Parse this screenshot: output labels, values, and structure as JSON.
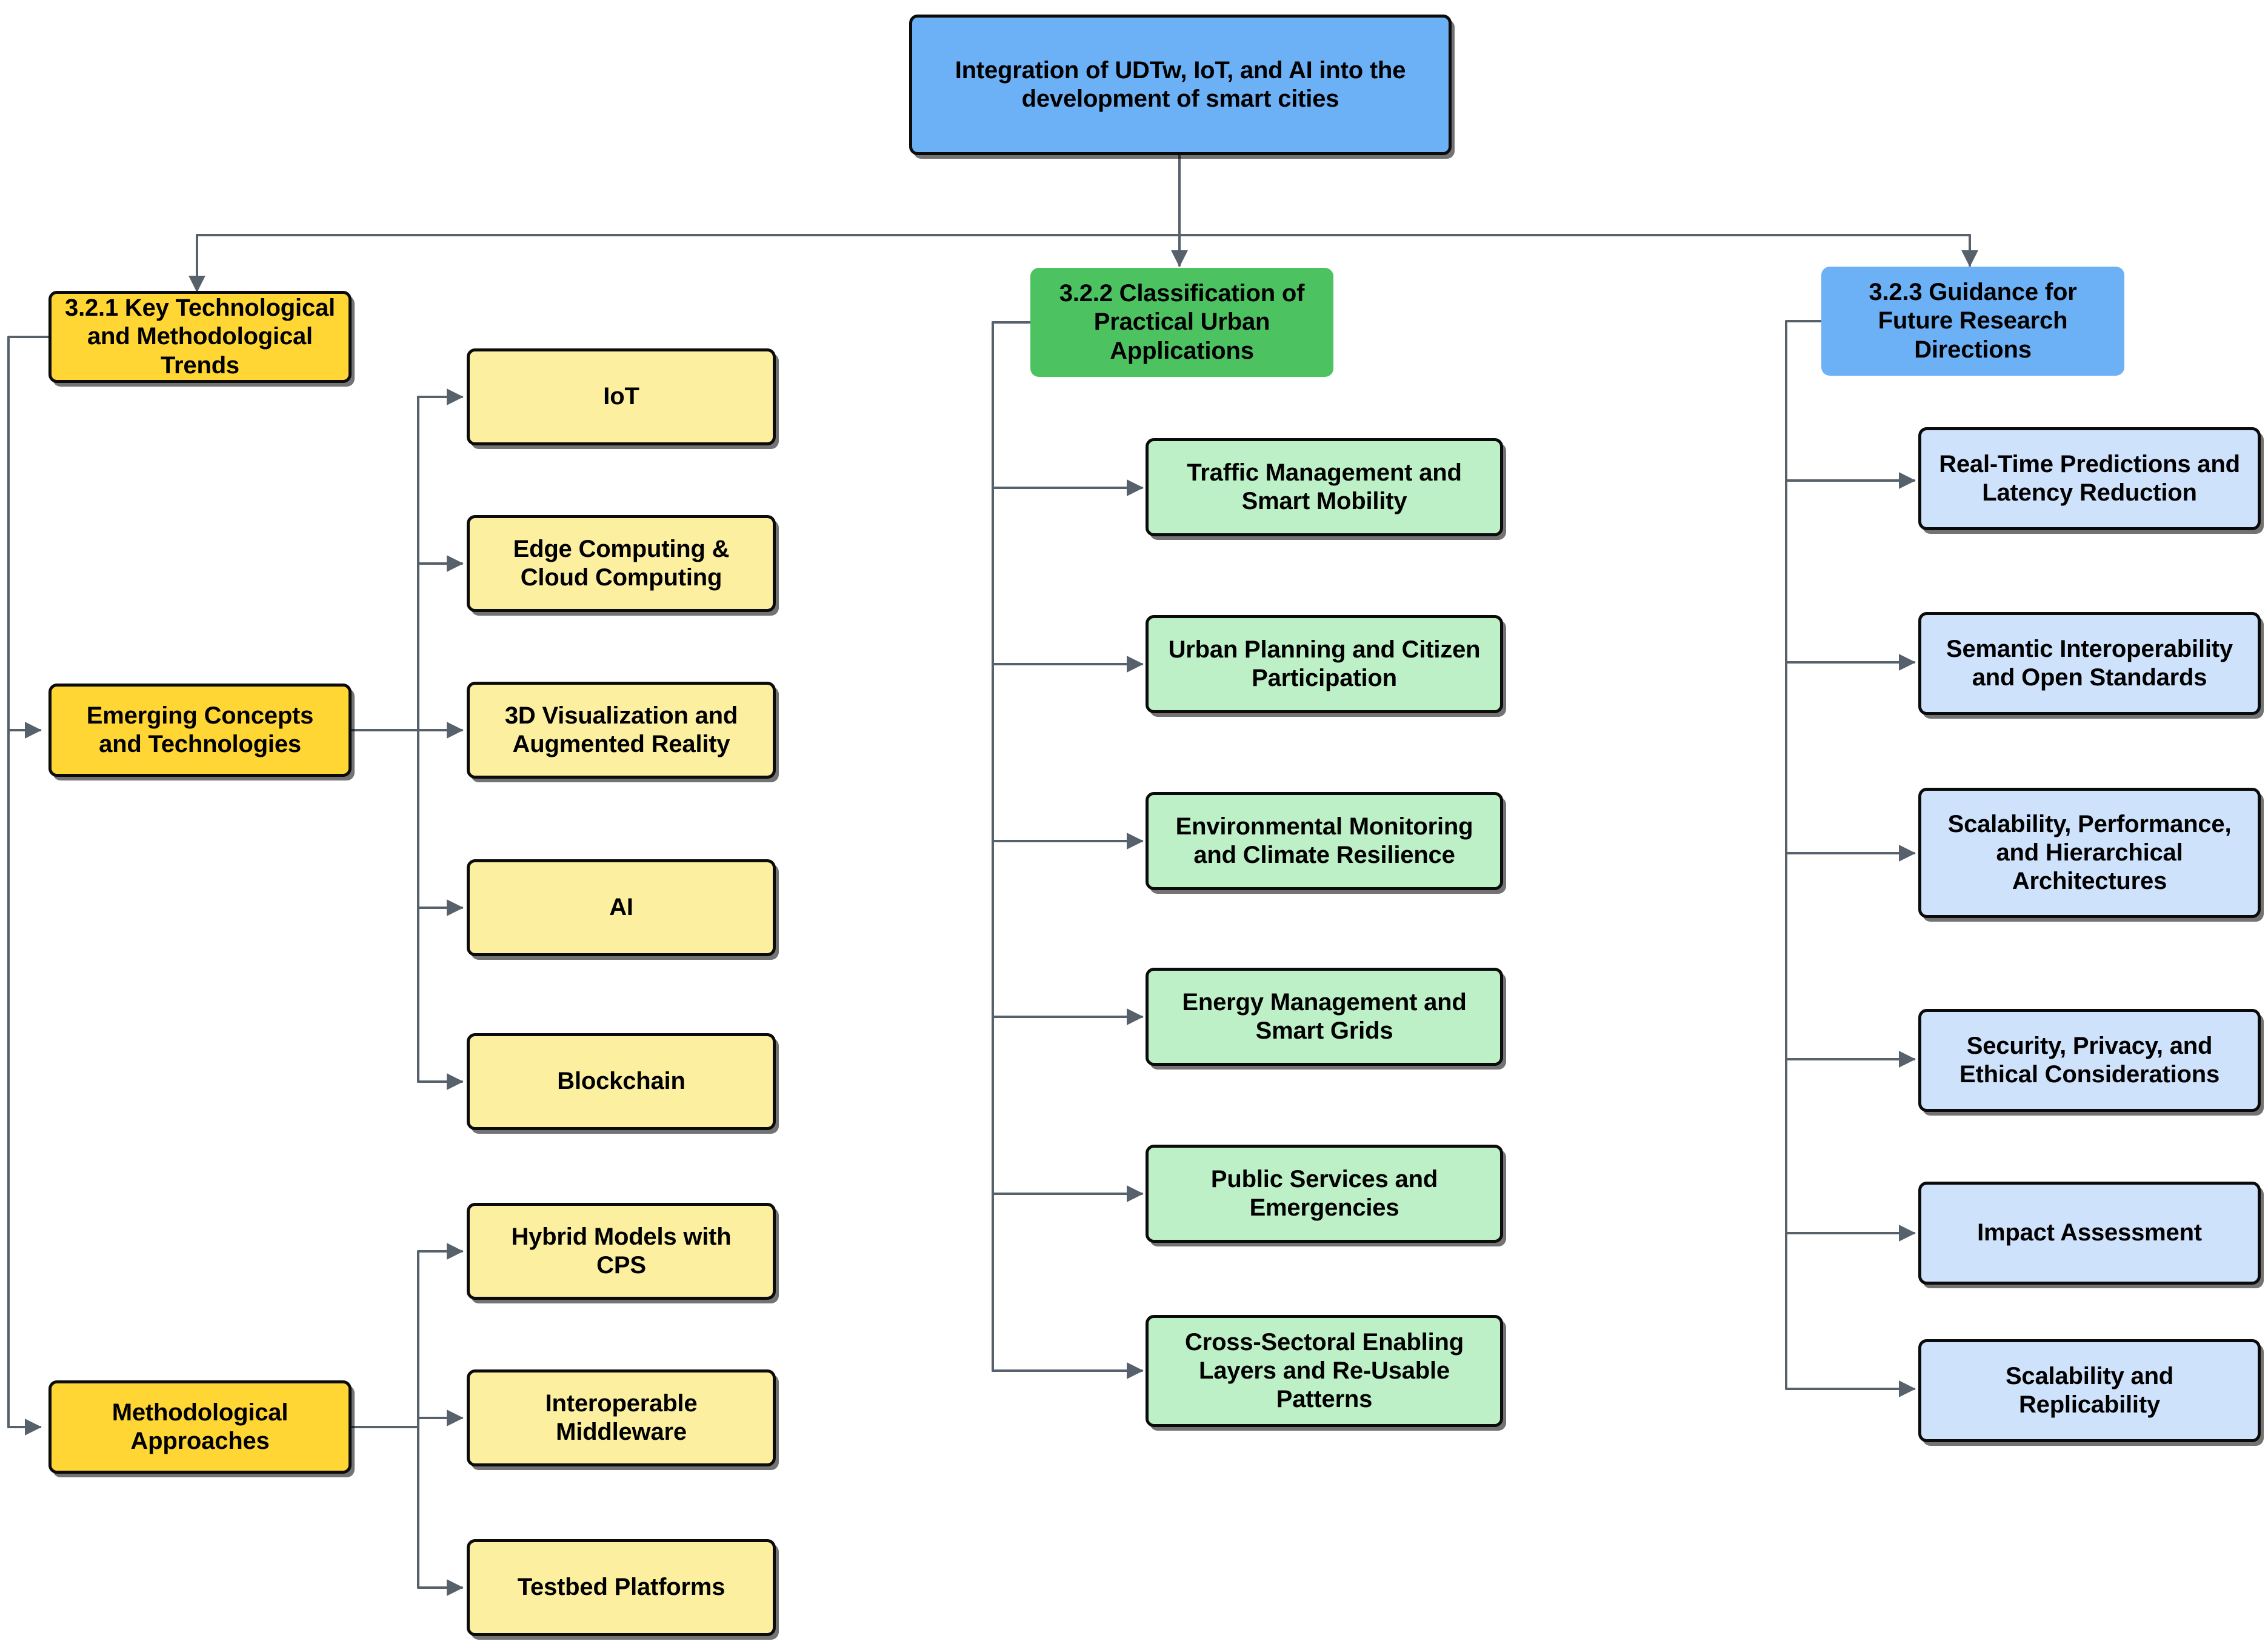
{
  "diagram": {
    "title": "Integration of UDTw, IoT, and AI into the development of smart cities",
    "type": "hierarchical-flowchart",
    "colors": {
      "root_fill": "#6cb0f5",
      "section_yellow_fill": "#ffd633",
      "section_green_fill": "#4cc261",
      "section_blue_fill": "#6cb0f5",
      "leaf_yellow_fill": "#fcf0a0",
      "leaf_green_fill": "#bdf0c6",
      "leaf_blue_fill": "#cfe2fb",
      "border": "#0b0b0b",
      "edge": "#56616b"
    },
    "root": {
      "label": "Integration of UDTw, IoT, and AI into the\ndevelopment of smart cities"
    },
    "branches": [
      {
        "id": "3.2.1",
        "label": "3.2.1 Key Technological\nand Methodological\nTrends",
        "groups": [
          {
            "id": "emerging-concepts",
            "label": "Emerging Concepts\nand Technologies",
            "children": [
              {
                "label": "IoT"
              },
              {
                "label": "Edge Computing &\nCloud Computing"
              },
              {
                "label": "3D Visualization and\nAugmented Reality"
              },
              {
                "label": "AI"
              },
              {
                "label": "Blockchain"
              }
            ]
          },
          {
            "id": "methodological-approaches",
            "label": "Methodological\nApproaches",
            "children": [
              {
                "label": "Hybrid Models with\nCPS"
              },
              {
                "label": "Interoperable\nMiddleware"
              },
              {
                "label": "Testbed Platforms"
              }
            ]
          }
        ]
      },
      {
        "id": "3.2.2",
        "label": "3.2.2 Classification of\nPractical Urban\nApplications",
        "children": [
          {
            "label": "Traffic Management and\nSmart Mobility"
          },
          {
            "label": "Urban Planning and Citizen\nParticipation"
          },
          {
            "label": "Environmental Monitoring\nand Climate Resilience"
          },
          {
            "label": "Energy Management and\nSmart Grids"
          },
          {
            "label": "Public Services and\nEmergencies"
          },
          {
            "label": "Cross-Sectoral Enabling\nLayers and Re-Usable\nPatterns"
          }
        ]
      },
      {
        "id": "3.2.3",
        "label": "3.2.3 Guidance for\nFuture Research\nDirections",
        "children": [
          {
            "label": "Real-Time Predictions and\nLatency Reduction"
          },
          {
            "label": "Semantic Interoperability\nand Open Standards"
          },
          {
            "label": "Scalability, Performance,\nand Hierarchical\nArchitectures"
          },
          {
            "label": "Security, Privacy, and\nEthical Considerations"
          },
          {
            "label": "Impact Assessment"
          },
          {
            "label": "Scalability and\nReplicability"
          }
        ]
      }
    ]
  }
}
